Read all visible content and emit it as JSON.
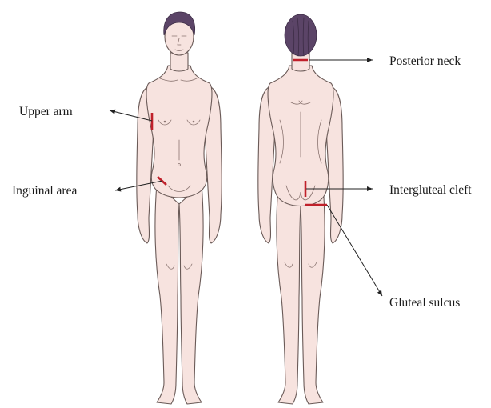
{
  "labels": {
    "upper_arm": "Upper arm",
    "inguinal_area": "Inguinal area",
    "posterior_neck": "Posterior neck",
    "intergluteal_cleft": "Intergluteal cleft",
    "gluteal_sulcus": "Gluteal sulcus"
  },
  "colors": {
    "marker": "#c0202a",
    "skin": "#f7e3df",
    "hair": "#5b4467",
    "outline": "#6a5a57"
  }
}
